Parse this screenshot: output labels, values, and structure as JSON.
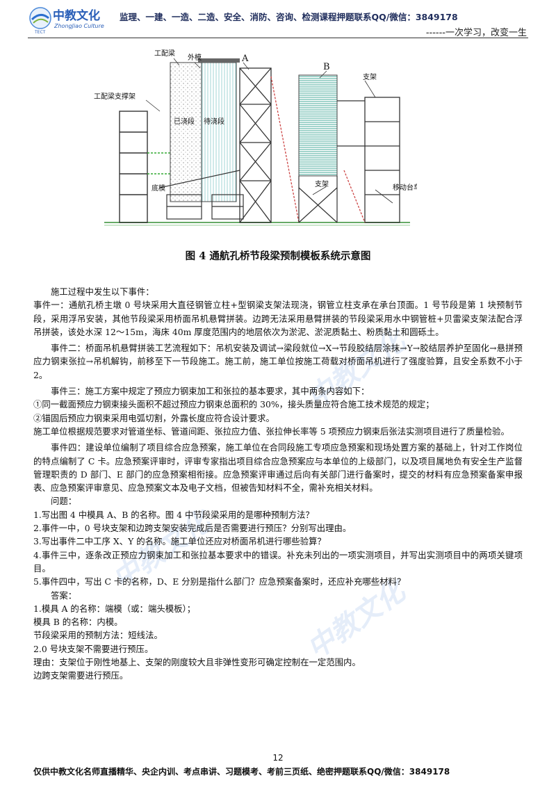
{
  "header": {
    "logo_main": "中教文化",
    "logo_sub": "ZhongJiao Culture",
    "logo_small": "TECT",
    "text": "监理、一建、一造、二造、安全、消防、咨询、检测课程押题联系QQ/微信：3849178",
    "slogan": "------一次学习，改变一生"
  },
  "figure": {
    "labels": {
      "girder_a": "工配梁",
      "outer_form": "外模",
      "label_a": "A",
      "label_b": "B",
      "girder_frame": "工配梁支撑架",
      "poured": "已浇段",
      "to_pour": "待浇段",
      "bottom_form": "底模",
      "support_1": "支架",
      "support_2": "支架",
      "moving_trolley": "移动台车"
    },
    "caption": "图 4  通航孔桥节段梁预制模板系统示意图"
  },
  "content": {
    "intro": "施工过程中发生以下事件：",
    "event1": "事件一：通航孔桥主墩 0 号块采用大直径钢管立柱+型钢梁支架法现浇，钢管立柱支承在承台顶面。1 号节段是第 1 块预制节段，采用浮吊安装，其他节段梁采用桥面吊机悬臂拼装。边跨无法采用悬臂拼装的节段梁采用水中钢管桩+贝雷梁支架法配合浮吊拼装，该处水深 12～15m，海床 40m 厚度范围内的地层依次为淤泥、淤泥质黏土、粉质黏土和圆砾土。",
    "event2": "事件二：桥面吊机悬臂拼装工艺流程如下：吊机安装及调试→梁段就位→X→节段胶结层涂抹→Y→胶结层养护至固化→悬拼预应力钢束张拉→吊机解钩，前移至下一节段施工。施工前，施工单位按施工荷载对桥面吊机进行了强度验算，且安全系数不小于 2。",
    "event3": "事件三：施工方案中规定了预应力钢束加工和张拉的基本要求，其中两条内容如下：",
    "event3_item1": "①同一截面预应力钢束接头面积不超过预应力钢束总面积的 30%，接头质量应符合施工技术规范的规定；",
    "event3_item2": "②锚固后预应力钢束采用电弧切割，外露长度应符合设计要求。",
    "event3_tail": "施工单位根据规范要求对管道坐标、管道间距、张拉应力值、张拉伸长率等 5 项预应力钢束后张法实测项目进行了质量检验。",
    "event4": "事件四：建设单位编制了项目综合应急预案，施工单位在合同段施工专项应急预案和现场处置方案的基础上，针对工作岗位的特点编制了 C 卡。应急预案评审时，评审专家指出项目综合应急预案应与本单位的上级部门，以及项目属地负有安全生产监督管理职责的 D 部门、E 部门的应急预案相衔接。应急预案评审通过后向有关部门进行备案时，提交的材料有应急预案备案申报表、应急预案评审意见、应急预案文本及电子文档，但被告知材料不全，需补充相关材料。",
    "questions_title": "问题：",
    "q1": "1.写出图 4 中模具 A、B 的名称。图 4 中节段梁采用的是哪种预制方法？",
    "q2": "2.事件一中，0 号块支架和边跨支架安装完成后是否需要进行预压？分别写出理由。",
    "q3": "3.写出事件二中工序 X、Y 的名称。施工单位还应对桥面吊机进行哪些验算？",
    "q4": "4.事件三中，逐条改正预应力钢束加工和张拉基本要求中的错误。补充未列出的一项实测项目，并写出实测项目中的两项关键项目。",
    "q5": "5.事件四中，写出 C 卡的名称，D、E 分别是指什么部门？应急预案备案时，还应补充哪些材料？",
    "answers_title": "答案：",
    "a1": "1.模具 A 的名称：端模（或：端头模板）；",
    "a2": "模具 B 的名称：内模。",
    "a3": "节段梁采用的预制方法：短线法。",
    "a4": "2.0 号块支架不需要进行预压。",
    "a5": "理由：支架位于刚性地基上、支架的刚度较大且非弹性变形可确定控制在一定范围内。",
    "a6": "边跨支架需要进行预压。"
  },
  "page_number": "12",
  "footer": "仅供中教文化名师直播精华、央企内训、考点串讲、习题模考、考前三页纸、绝密押题联系QQ/微信：3849178"
}
